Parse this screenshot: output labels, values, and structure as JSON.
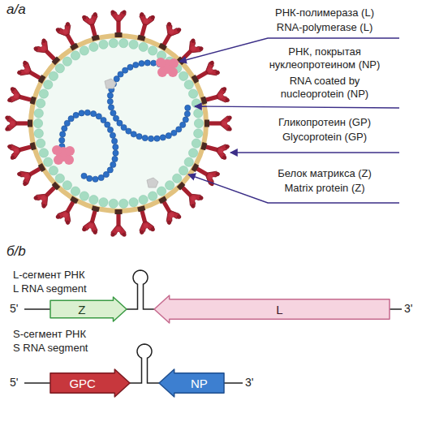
{
  "diagram": {
    "nodes": [
      {
        "text": [
          "Z"
        ]
      },
      {
        "text": [
          "L"
        ]
      },
      {
        "text": [
          "GPC"
        ]
      },
      {
        "text": [
          "NP"
        ]
      }
    ],
    "edges": [
      {
        "from": 0,
        "to": 1,
        "arrow": "none"
      },
      {
        "from": 2,
        "to": 3,
        "arrow": "none"
      }
    ],
    "labels": [
      "а/a",
      "РНК-полимераза (L)",
      "RNA-polymerase (L)",
      "РНК, покрытая нуклеопротеином (NP)",
      "RNA coated by nucleoprotein (NP)",
      "Гликопротеин (GP)",
      "Glycoprotein (GP)",
      "Белок матрикса (Z)",
      "Matrix protein (Z)",
      "б/b",
      "L-сегмент РНК",
      "L RNA segment",
      "5'",
      "3'",
      "S-сегмент РНК",
      "S RNA segment",
      "5'",
      "3'"
    ]
  }
}
